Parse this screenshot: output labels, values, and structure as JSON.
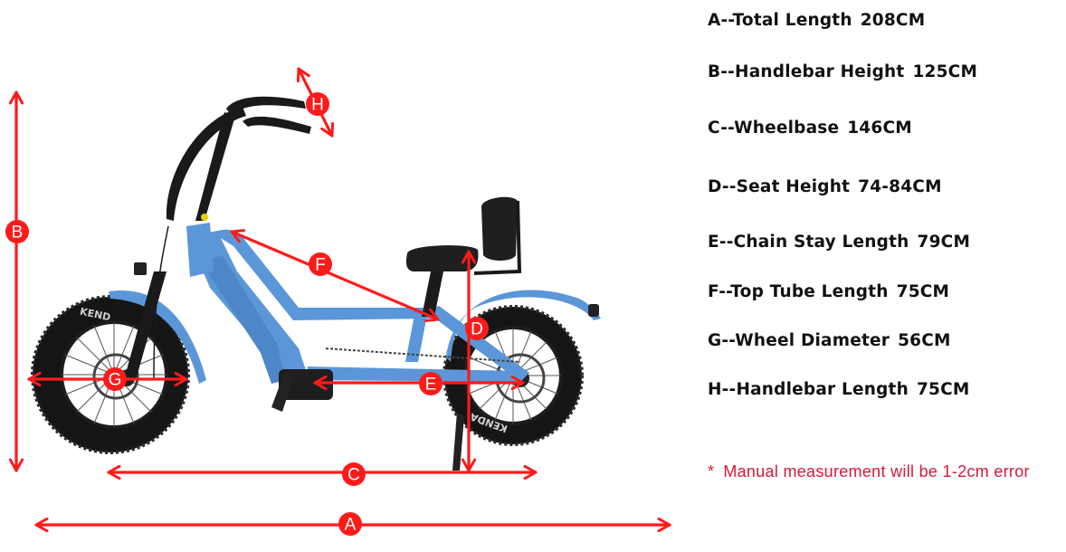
{
  "colors": {
    "arrow": "#ff1a1a",
    "frame": "#5b97d8",
    "tire": "#151515",
    "spec_text": "#111111",
    "note_text": "#d7193a"
  },
  "specs": [
    {
      "letter": "A",
      "label": "A--Total Length",
      "value": "208CM"
    },
    {
      "letter": "B",
      "label": "B--Handlebar Height",
      "value": "125CM"
    },
    {
      "letter": "C",
      "label": "C--Wheelbase",
      "value": "146CM"
    },
    {
      "letter": "D",
      "label": "D--Seat Height",
      "value": "74-84CM"
    },
    {
      "letter": "E",
      "label": "E--Chain Stay Length",
      "value": "79CM"
    },
    {
      "letter": "F",
      "label": "F--Top Tube Length",
      "value": "75CM"
    },
    {
      "letter": "G",
      "label": "G--Wheel Diameter",
      "value": "56CM"
    },
    {
      "letter": "H",
      "label": "H--Handlebar Length",
      "value": "75CM"
    }
  ],
  "note": {
    "star": "*",
    "text": "Manual measurement will be 1-2cm error"
  },
  "diagram": {
    "tire_brand": "KENDA",
    "tire_brand_front": "KEND",
    "badges": {
      "A": "A",
      "B": "B",
      "C": "C",
      "D": "D",
      "E": "E",
      "F": "F",
      "G": "G",
      "H": "H"
    }
  }
}
